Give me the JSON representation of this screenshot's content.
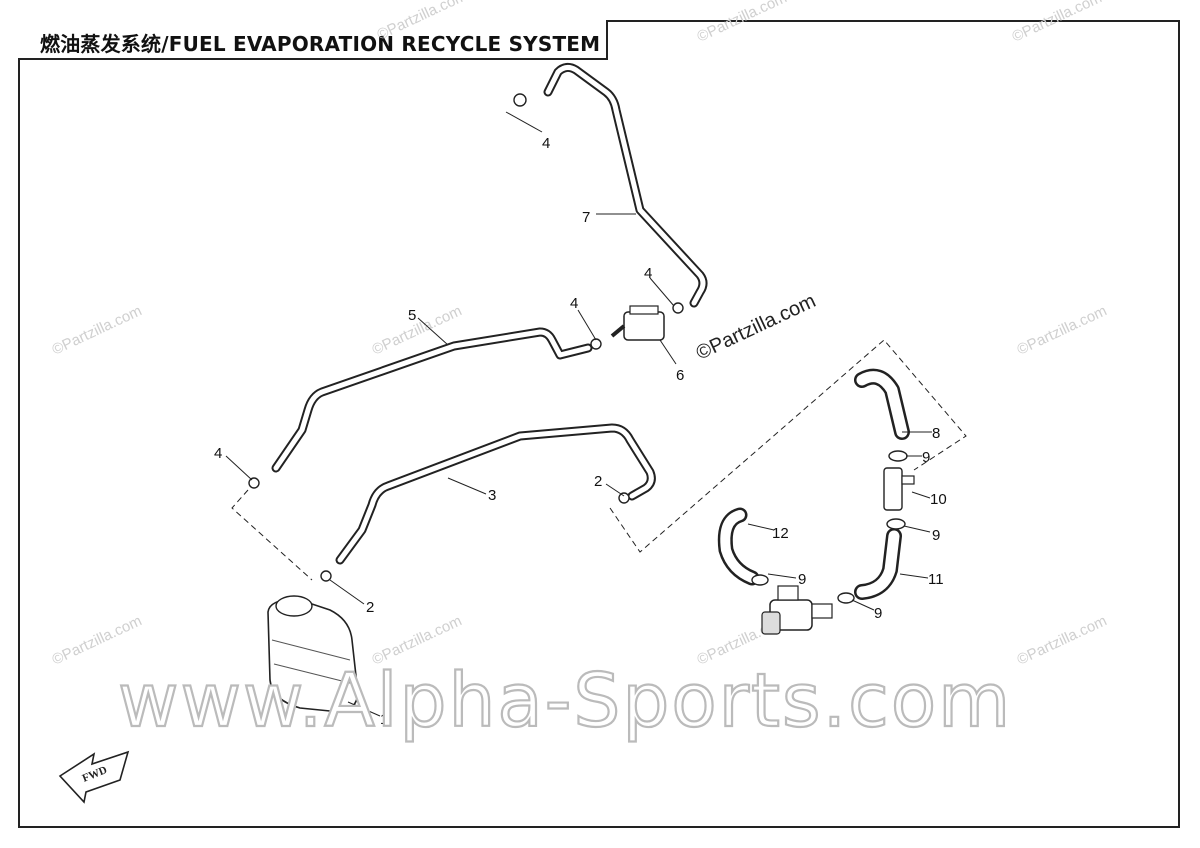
{
  "title": "燃油蒸发系统/FUEL EVAPORATION RECYCLE SYSTEM",
  "watermarks": {
    "small": "©Partzilla.com",
    "center": "©Partzilla.com",
    "big": "www.Alpha-Sports.com"
  },
  "direction_marker": "FWD",
  "callouts": [
    "1",
    "2",
    "2",
    "3",
    "4",
    "4",
    "4",
    "4",
    "5",
    "6",
    "7",
    "8",
    "9",
    "9",
    "9",
    "9",
    "10",
    "11",
    "12"
  ],
  "colors": {
    "line": "#222222",
    "background": "#ffffff",
    "watermark": "#cfcfcf"
  }
}
